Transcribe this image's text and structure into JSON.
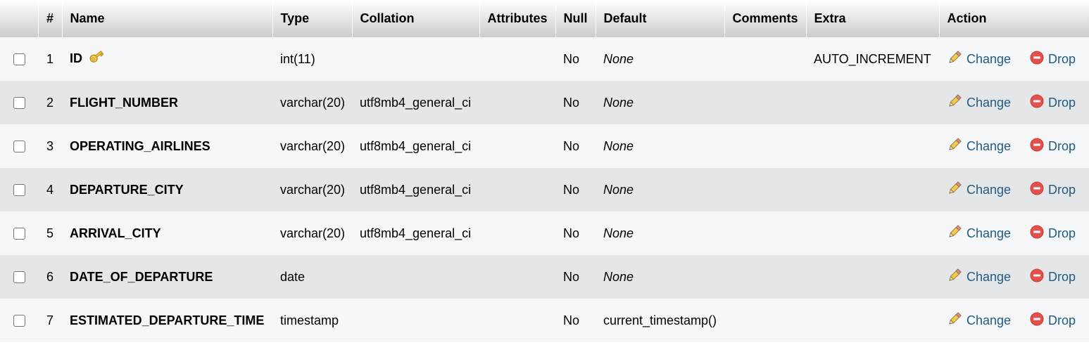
{
  "headers": {
    "num": "#",
    "name": "Name",
    "type": "Type",
    "collation": "Collation",
    "attributes": "Attributes",
    "null": "Null",
    "default": "Default",
    "comments": "Comments",
    "extra": "Extra",
    "action": "Action"
  },
  "actions": {
    "change_label": "Change",
    "drop_label": "Drop",
    "change_icon": "pencil-icon",
    "drop_icon": "drop-icon"
  },
  "rows": [
    {
      "num": "1",
      "name": "ID",
      "primary_key": true,
      "type": "int(11)",
      "collation": "",
      "attributes": "",
      "null": "No",
      "default": "None",
      "default_italic": true,
      "comments": "",
      "extra": "AUTO_INCREMENT"
    },
    {
      "num": "2",
      "name": "FLIGHT_NUMBER",
      "primary_key": false,
      "type": "varchar(20)",
      "collation": "utf8mb4_general_ci",
      "attributes": "",
      "null": "No",
      "default": "None",
      "default_italic": true,
      "comments": "",
      "extra": ""
    },
    {
      "num": "3",
      "name": "OPERATING_AIRLINES",
      "primary_key": false,
      "type": "varchar(20)",
      "collation": "utf8mb4_general_ci",
      "attributes": "",
      "null": "No",
      "default": "None",
      "default_italic": true,
      "comments": "",
      "extra": ""
    },
    {
      "num": "4",
      "name": "DEPARTURE_CITY",
      "primary_key": false,
      "type": "varchar(20)",
      "collation": "utf8mb4_general_ci",
      "attributes": "",
      "null": "No",
      "default": "None",
      "default_italic": true,
      "comments": "",
      "extra": ""
    },
    {
      "num": "5",
      "name": "ARRIVAL_CITY",
      "primary_key": false,
      "type": "varchar(20)",
      "collation": "utf8mb4_general_ci",
      "attributes": "",
      "null": "No",
      "default": "None",
      "default_italic": true,
      "comments": "",
      "extra": ""
    },
    {
      "num": "6",
      "name": "DATE_OF_DEPARTURE",
      "primary_key": false,
      "type": "date",
      "collation": "",
      "attributes": "",
      "null": "No",
      "default": "None",
      "default_italic": true,
      "comments": "",
      "extra": ""
    },
    {
      "num": "7",
      "name": "ESTIMATED_DEPARTURE_TIME",
      "primary_key": false,
      "type": "timestamp",
      "collation": "",
      "attributes": "",
      "null": "No",
      "default": "current_timestamp()",
      "default_italic": false,
      "comments": "",
      "extra": ""
    }
  ],
  "colors": {
    "link": "#235a81",
    "row_odd": "#f5f7f9",
    "row_even": "#e5e6e8",
    "drop_red": "#e4504c",
    "key_gold": "#e6b422"
  }
}
